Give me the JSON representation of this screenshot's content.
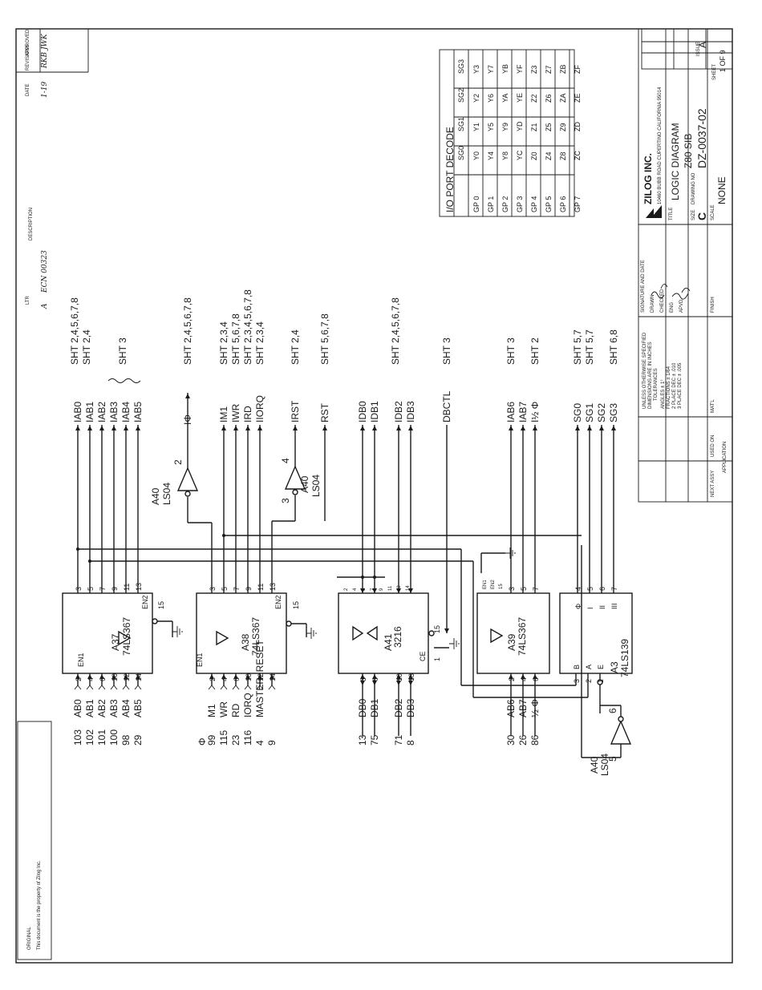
{
  "left_strip": {
    "notice_title": "ORIGINAL",
    "notice_text": "This document is the property of Zilog Inc."
  },
  "bus_a": {
    "inputs": [
      {
        "pin": "103",
        "signal": "AB0"
      },
      {
        "pin": "102",
        "signal": "AB1"
      },
      {
        "pin": "101",
        "signal": "AB2"
      },
      {
        "pin": "100",
        "signal": "AB3"
      },
      {
        "pin": "98",
        "signal": "AB4"
      },
      {
        "pin": "29",
        "signal": "AB5"
      }
    ],
    "chip": {
      "ref": "A37",
      "part": "74LS367"
    },
    "in_pins": [
      "2",
      "4",
      "6",
      "10",
      "12",
      "14"
    ],
    "out_pins": [
      "3",
      "5",
      "7",
      "9",
      "11",
      "13"
    ],
    "enable_labels": [
      "EN1",
      "EN2"
    ],
    "enable_pins": [
      "1",
      "15"
    ],
    "outputs": [
      "IAB0",
      "IAB1",
      "IAB2",
      "IAB3",
      "IAB4",
      "IAB5"
    ],
    "refs": [
      "SHT 2,4,5,6,7,8",
      "SHT 2,4",
      "SHT 3"
    ]
  },
  "bus_b": {
    "inputs": [
      {
        "pin": "99",
        "signal": "M1"
      },
      {
        "pin": "115",
        "signal": "WR"
      },
      {
        "pin": "23",
        "signal": "RD"
      },
      {
        "pin": "116",
        "signal": "IORQ"
      },
      {
        "pin": "4",
        "signal": "MASTER. RESET"
      },
      {
        "pin": "9",
        "signal": ""
      }
    ],
    "phi": "Φ",
    "chip": {
      "ref": "A38",
      "part": "74LS367"
    },
    "in_pins": [
      "2",
      "4",
      "6",
      "10",
      "12",
      "14"
    ],
    "out_pins": [
      "3",
      "5",
      "7",
      "9",
      "11",
      "13"
    ],
    "enable_labels": [
      "EN1",
      "EN2"
    ],
    "enable_pins": [
      "1",
      "15"
    ],
    "outputs": [
      "IM1",
      "IWR",
      "IRD",
      "IIORQ",
      "IRST"
    ],
    "refs": [
      "SHT 2,3,4",
      "SHT 5,6,7,8",
      "SHT 2,3,4,5,6,7,8",
      "SHT 2,3,4",
      "SHT 2,4"
    ]
  },
  "clock": {
    "buffer_ref": "A40",
    "buffer_part": "LS04",
    "pin": "2",
    "label": "IΦ",
    "ref": "SHT 2,4,5,6,7,8"
  },
  "rst_inverter": {
    "ref": "A40",
    "part": "LS04",
    "pins": [
      "3",
      "4"
    ],
    "output": "RST",
    "sheet_ref": "SHT 5,6,7,8"
  },
  "bus_c": {
    "inputs": [
      {
        "pin": "13",
        "signal": "DB0"
      },
      {
        "pin": "75",
        "signal": "DB1"
      },
      {
        "pin": "71",
        "signal": "DB2"
      },
      {
        "pin": "8",
        "signal": "DB3"
      }
    ],
    "chip": {
      "ref": "A41",
      "part": "3216",
      "ce": "CE"
    },
    "in_pins": [
      "3",
      "6",
      "10",
      "13"
    ],
    "out_pins": [
      "2",
      "4",
      "5",
      "7",
      "9",
      "11",
      "12",
      "14"
    ],
    "ce_pins": [
      "1",
      "15"
    ],
    "outputs": [
      "IDB0",
      "IDB1",
      "IDB2",
      "IDB3"
    ],
    "refs": [
      "SHT 2,4,5,6,7,8",
      "SHT 3"
    ],
    "dbctl": "DBCTL"
  },
  "bus_d": {
    "inputs": [
      {
        "pin": "30",
        "signal": "AB6"
      },
      {
        "pin": "26",
        "signal": "AB7"
      },
      {
        "pin": "86",
        "signal": "½ Φ"
      }
    ],
    "chip": {
      "ref": "A39",
      "part": "74LS367"
    },
    "in_pins": [
      "2",
      "4",
      "6"
    ],
    "out_pins": [
      "3",
      "5",
      "7"
    ],
    "enable_labels": [
      "EN1",
      "EN2"
    ],
    "enable_pins": [
      "1",
      "15"
    ],
    "outputs": [
      "IAB6",
      "IAB7",
      "I½ Φ"
    ],
    "refs": [
      "SHT 3",
      "SHT 2"
    ]
  },
  "decoder": {
    "ref": "A3",
    "part": "74LS139",
    "in_labels": [
      "B",
      "A",
      "E"
    ],
    "in_pins": [
      "3",
      "2",
      "1"
    ],
    "out_labels": [
      "Φ",
      "I",
      "II",
      "III"
    ],
    "out_pins": [
      "4",
      "5",
      "6",
      "7"
    ],
    "outputs": [
      "SG0",
      "SG1",
      "SG2",
      "SG3"
    ],
    "refs": [
      "SHT 5,7",
      "SHT 5,7",
      "SHT 6,8"
    ],
    "inverter": {
      "ref": "A40",
      "part": "LS04",
      "pins": [
        "5",
        "6"
      ]
    }
  },
  "decode_table": {
    "title": "I/O PORT DECODE",
    "columns": [
      "",
      "SG0",
      "SG1",
      "SG2",
      "SG3"
    ],
    "rows": [
      [
        "GP 0",
        "Y0",
        "Y1",
        "Y2",
        "Y3"
      ],
      [
        "GP 1",
        "Y4",
        "Y5",
        "Y6",
        "Y7"
      ],
      [
        "GP 2",
        "Y8",
        "Y9",
        "YA",
        "YB"
      ],
      [
        "GP 3",
        "YC",
        "YD",
        "YE",
        "YF"
      ],
      [
        "GP 4",
        "Z0",
        "Z1",
        "Z2",
        "Z3"
      ],
      [
        "GP 5",
        "Z4",
        "Z5",
        "Z6",
        "Z7"
      ],
      [
        "GP 6",
        "Z8",
        "Z9",
        "ZA",
        "ZB"
      ],
      [
        "GP 7",
        "ZC",
        "ZD",
        "ZE",
        "ZF"
      ]
    ]
  },
  "revisions": {
    "header": "REVISIONS",
    "columns": [
      "LTR",
      "DESCRIPTION",
      "DATE",
      "APPROVED"
    ],
    "row": {
      "ltr": "A",
      "description": "ECN 00323",
      "date": "1-19",
      "approved": "RKB JWK"
    }
  },
  "title_block": {
    "company": "ZILOG INC.",
    "address": "10460 BUBB ROAD CUPERTINO CALIFORNIA 95014",
    "title_label": "TITLE",
    "title_lines": [
      "LOGIC DIAGRAM",
      "Z80 SIB"
    ],
    "size_label": "SIZE",
    "size": "C",
    "drawing_no_label": "DRAWING NO",
    "drawing_no": "DZ-0037-02",
    "issue_label": "ISSUE",
    "issue": "A",
    "scale_label": "SCALE",
    "scale": "NONE",
    "sheet_label": "SHEET",
    "sheet": "1 OF 9",
    "signature_header": "SIGNATURE AND DATE",
    "roles": [
      "DRAWN",
      "CHECKED",
      "ENG",
      "APVD"
    ],
    "tolerance_text": [
      "UNLESS OTHERWISE SPECIFIED",
      "DIMENSIONS ARE IN INCHES",
      "TOLERANCES",
      "ANGLES ± 1°",
      "FRACTIONS ± 1/64",
      "2 PLACE DEC ± .010",
      "3 PLACE DEC ± .005"
    ],
    "material_label": "MAT'L",
    "finish_label": "FINISH",
    "next_assy_label": "NEXT ASSY",
    "used_on_label": "USED ON",
    "application_label": "APPLICATION"
  }
}
